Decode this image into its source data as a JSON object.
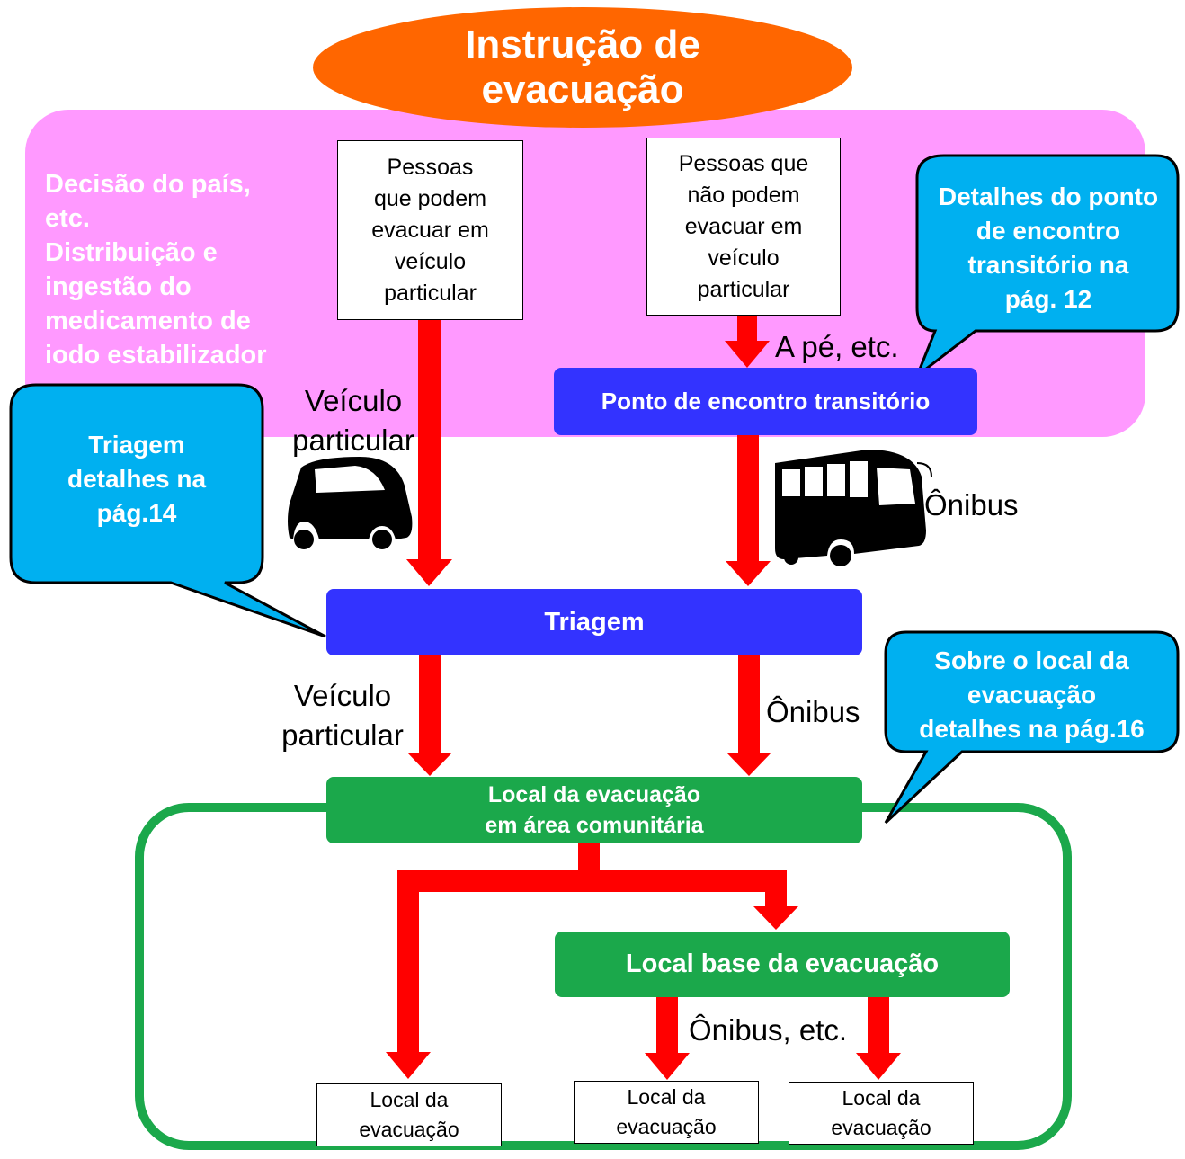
{
  "title": {
    "line1": "Instrução de",
    "line2": "evacuação"
  },
  "decision": {
    "lines": [
      "Decisão do país,",
      "etc.",
      "Distribuição e",
      "ingestão do",
      "medicamento de",
      "iodo estabilizador"
    ]
  },
  "box_private": {
    "lines": [
      "Pessoas",
      "que podem",
      "evacuar em",
      "veículo",
      "particular"
    ]
  },
  "box_no_private": {
    "lines": [
      "Pessoas que",
      "não podem",
      "evacuar em",
      "veículo",
      "particular"
    ]
  },
  "walk_label": "A pé, etc.",
  "rally_point": "Ponto de encontro transitório",
  "vehicle_label_top": {
    "line1": "Veículo",
    "line2": "particular"
  },
  "bus_label_top": "Ônibus",
  "screening": "Triagem",
  "vehicle_label_mid": {
    "line1": "Veículo",
    "line2": "particular"
  },
  "bus_label_mid": "Ônibus",
  "community_site": {
    "line1": "Local da evacuação",
    "line2": "em área comunitária"
  },
  "base_site": "Local base da evacuação",
  "bus_etc_label": "Ônibus, etc.",
  "destinations": [
    {
      "line1": "Local da",
      "line2": "evacuação"
    },
    {
      "line1": "Local da",
      "line2": "evacuação"
    },
    {
      "line1": "Local da",
      "line2": "evacuação"
    }
  ],
  "callouts": {
    "rally": {
      "lines": [
        "Detalhes do ponto",
        "de encontro",
        "transitório na",
        "pág. 12"
      ]
    },
    "screening": {
      "lines": [
        "Triagem",
        "detalhes na",
        "pág.14"
      ]
    },
    "site": {
      "lines": [
        "Sobre o local da",
        "evacuação",
        "detalhes na pág.16"
      ]
    }
  },
  "icons": [
    "car-icon",
    "bus-icon"
  ],
  "colors": {
    "title": "#ff6600",
    "pink_region": "#ff99ff",
    "blue_bar": "#3333ff",
    "green": "#1ba84b",
    "arrow": "#ff0000",
    "callout": "#00b0f0"
  }
}
